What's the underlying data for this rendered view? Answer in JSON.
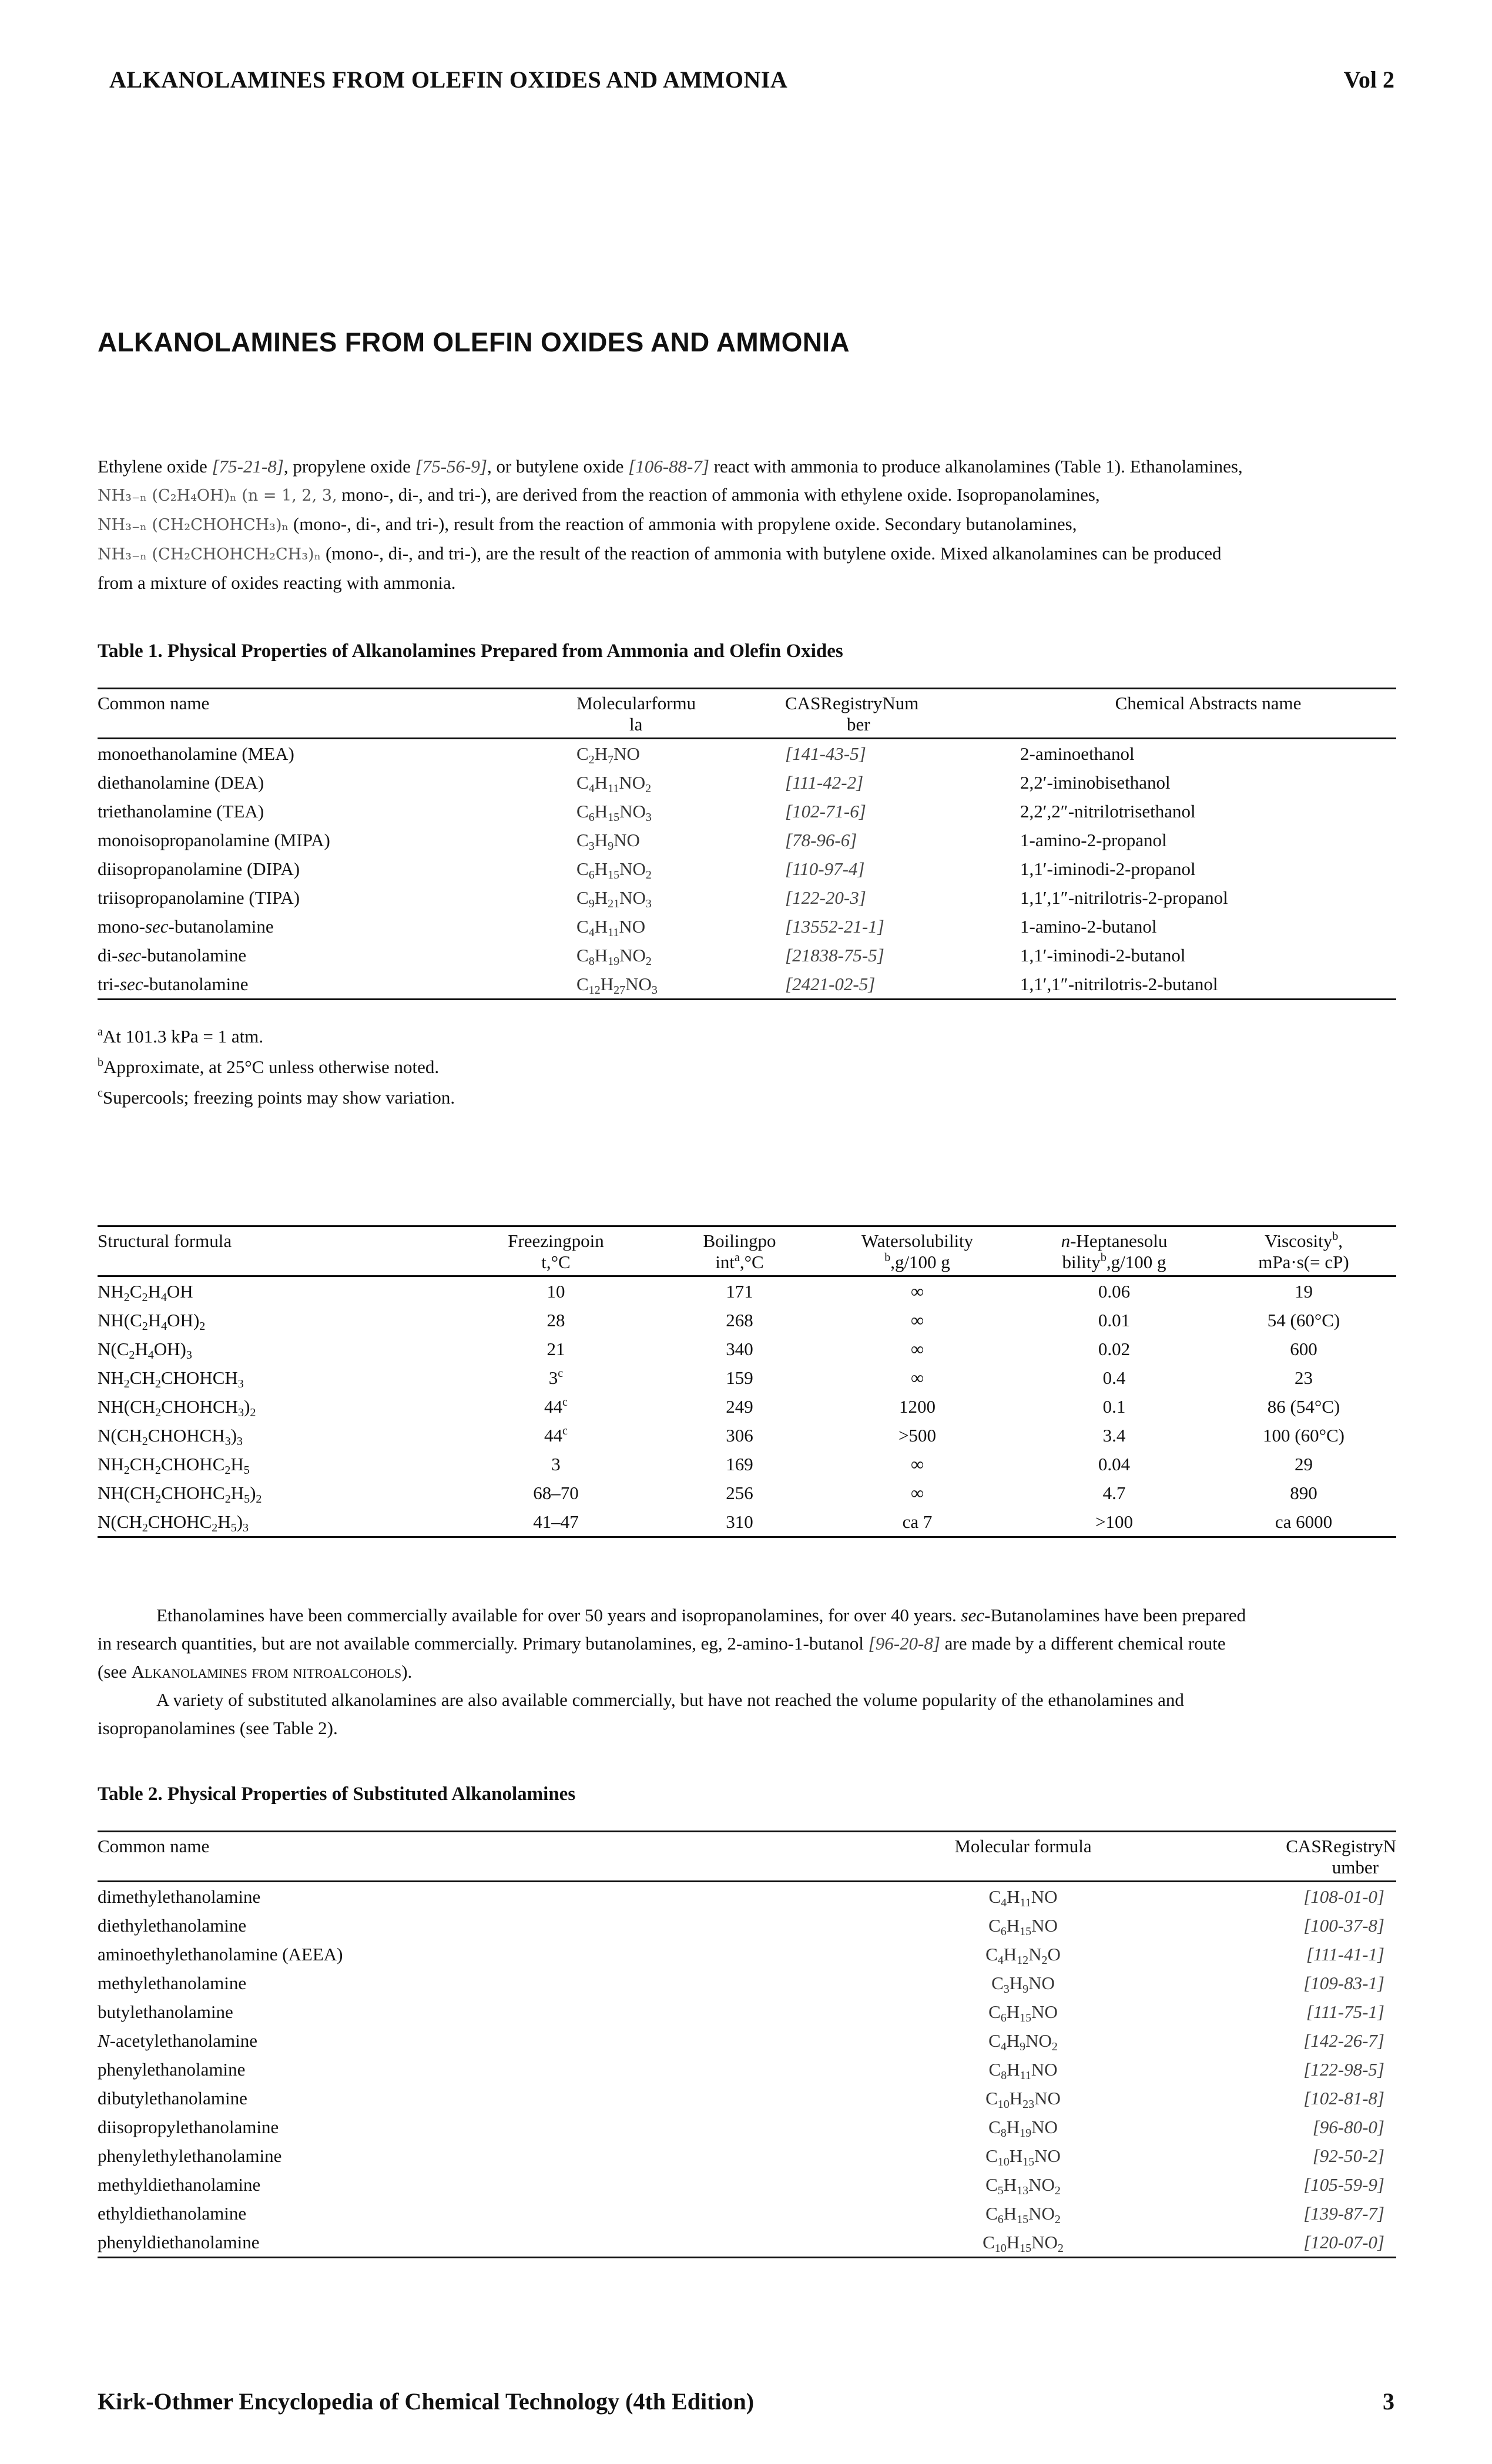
{
  "header": {
    "running_title": "ALKANOLAMINES FROM OLEFIN OXIDES AND AMMONIA",
    "volume": "Vol 2"
  },
  "article": {
    "title": "ALKANOLAMINES FROM OLEFIN OXIDES AND AMMONIA"
  },
  "intro": {
    "l1_a": "Ethylene oxide ",
    "l1_cas1": "[75-21-8]",
    "l1_b": ", propylene oxide ",
    "l1_cas2": "[75-56-9]",
    "l1_c": ", or butylene oxide ",
    "l1_cas3": "[106-88-7]",
    "l1_d": " react with ammonia to produce alkanolamines (Table 1). Ethanolamines,",
    "l2_math": "NH₃₋ₙ (C₂H₄OH)ₙ (n = 1, 2, 3,",
    "l2_text": " mono-, di-, and tri-), are derived from the reaction of ammonia with ethylene oxide. Isopropanolamines,",
    "l3_math": "NH₃₋ₙ (CH₂CHOHCH₃)ₙ",
    "l3_text": " (mono-, di-, and tri-), result from the reaction of ammonia with propylene oxide. Secondary butanolamines,",
    "l4_math": "NH₃₋ₙ (CH₂CHOHCH₂CH₃)ₙ",
    "l4_text": " (mono-, di-, and tri-), are the result of the reaction of ammonia with butylene oxide. Mixed alkanolamines can be produced",
    "l5": "from a mixture of oxides reacting with ammonia."
  },
  "table1": {
    "caption": "Table 1. Physical Properties of Alkanolamines Prepared from Ammonia and Olefin Oxides",
    "headers": {
      "name": "Common name",
      "formula_1": "Molecularformu",
      "formula_2": "la",
      "cas_1": "CASRegistryNum",
      "cas_2": "ber",
      "ca_name": "Chemical Abstracts name"
    },
    "rows": [
      {
        "name_a": "monoethanolamine (MEA)",
        "name_i": "",
        "name_b": "",
        "f": [
          "C",
          "2",
          "H",
          "7",
          "NO",
          ""
        ],
        "cas": "[141-43-5]",
        "ca": "2-aminoethanol"
      },
      {
        "name_a": "diethanolamine (DEA)",
        "name_i": "",
        "name_b": "",
        "f": [
          "C",
          "4",
          "H",
          "11",
          "NO",
          "2"
        ],
        "cas": "[111-42-2]",
        "ca": "2,2′-iminobisethanol"
      },
      {
        "name_a": "triethanolamine (TEA)",
        "name_i": "",
        "name_b": "",
        "f": [
          "C",
          "6",
          "H",
          "15",
          "NO",
          "3"
        ],
        "cas": "[102-71-6]",
        "ca": "2,2′,2″-nitrilotrisethanol"
      },
      {
        "name_a": "monoisopropanolamine (MIPA)",
        "name_i": "",
        "name_b": "",
        "f": [
          "C",
          "3",
          "H",
          "9",
          "NO",
          ""
        ],
        "cas": "[78-96-6]",
        "ca": "1-amino-2-propanol"
      },
      {
        "name_a": "diisopropanolamine (DIPA)",
        "name_i": "",
        "name_b": "",
        "f": [
          "C",
          "6",
          "H",
          "15",
          "NO",
          "2"
        ],
        "cas": "[110-97-4]",
        "ca": "1,1′-iminodi-2-propanol"
      },
      {
        "name_a": "triisopropanolamine (TIPA)",
        "name_i": "",
        "name_b": "",
        "f": [
          "C",
          "9",
          "H",
          "21",
          "NO",
          "3"
        ],
        "cas": "[122-20-3]",
        "ca": "1,1′,1″-nitrilotris-2-propanol"
      },
      {
        "name_a": "mono-",
        "name_i": "sec",
        "name_b": "-butanolamine",
        "f": [
          "C",
          "4",
          "H",
          "11",
          "NO",
          ""
        ],
        "cas": "[13552-21-1]",
        "ca": "1-amino-2-butanol"
      },
      {
        "name_a": "di-",
        "name_i": "sec",
        "name_b": "-butanolamine",
        "f": [
          "C",
          "8",
          "H",
          "19",
          "NO",
          "2"
        ],
        "cas": "[21838-75-5]",
        "ca": "1,1′-iminodi-2-butanol"
      },
      {
        "name_a": "tri-",
        "name_i": "sec",
        "name_b": "-butanolamine",
        "f": [
          "C",
          "12",
          "H",
          "27",
          "NO",
          "3"
        ],
        "cas": "[2421-02-5]",
        "ca": "1,1′,1″-nitrilotris-2-butanol"
      }
    ],
    "footnotes": [
      {
        "mark": "a",
        "text": "At 101.3 kPa = 1 atm."
      },
      {
        "mark": "b",
        "text": "Approximate, at 25°C unless otherwise noted."
      },
      {
        "mark": "c",
        "text": "Supercools; freezing points may show variation."
      }
    ]
  },
  "table1b": {
    "headers": {
      "struct": "Structural formula",
      "fp_1": "Freezingpoin",
      "fp_2": "t,°C",
      "bp_1": "Boilingpo",
      "bp_2a": "int",
      "bp_sup": "a",
      "bp_2b": ",°C",
      "ws_1": "Watersolubility",
      "ws_sup": "b",
      "ws_2": ",g/100 g",
      "hs_1i": "n",
      "hs_1": "-Heptanesolu",
      "hs_2a": "bility",
      "hs_sup": "b",
      "hs_2b": ",g/100 g",
      "v_1": "Viscosity",
      "v_sup": "b",
      "v_1b": ",",
      "v_2": "mPa·s(= cP)"
    },
    "rows": [
      {
        "s": [
          "NH",
          "2",
          "C",
          "2",
          "H",
          "4",
          "OH",
          "",
          "",
          ""
        ],
        "fp": "10",
        "fp_sup": "",
        "bp": "171",
        "ws": "∞",
        "hs": "0.06",
        "v": "19"
      },
      {
        "s": [
          "NH(C",
          "2",
          "H",
          "4",
          "OH)",
          "2",
          "",
          "",
          "",
          ""
        ],
        "fp": "28",
        "fp_sup": "",
        "bp": "268",
        "ws": "∞",
        "hs": "0.01",
        "v": "54 (60°C)"
      },
      {
        "s": [
          "N(C",
          "2",
          "H",
          "4",
          "OH)",
          "3",
          "",
          "",
          "",
          ""
        ],
        "fp": "21",
        "fp_sup": "",
        "bp": "340",
        "ws": "∞",
        "hs": "0.02",
        "v": "600"
      },
      {
        "s": [
          "NH",
          "2",
          "CH",
          "2",
          "CHOHCH",
          "3",
          "",
          "",
          "",
          ""
        ],
        "fp": "3",
        "fp_sup": "c",
        "bp": "159",
        "ws": "∞",
        "hs": "0.4",
        "v": "23"
      },
      {
        "s": [
          "NH(CH",
          "2",
          "CHOHCH",
          "3",
          ")",
          "2",
          "",
          "",
          "",
          ""
        ],
        "fp": "44",
        "fp_sup": "c",
        "bp": "249",
        "ws": "1200",
        "hs": "0.1",
        "v": "86 (54°C)"
      },
      {
        "s": [
          "N(CH",
          "2",
          "CHOHCH",
          "3",
          ")",
          "3",
          "",
          "",
          "",
          ""
        ],
        "fp": "44",
        "fp_sup": "c",
        "bp": "306",
        "ws": ">500",
        "hs": "3.4",
        "v": "100 (60°C)"
      },
      {
        "s": [
          "NH",
          "2",
          "CH",
          "2",
          "CHOHC",
          "2",
          "H",
          "5",
          "",
          ""
        ],
        "fp": "3",
        "fp_sup": "",
        "bp": "169",
        "ws": "∞",
        "hs": "0.04",
        "v": "29"
      },
      {
        "s": [
          "NH(CH",
          "2",
          "CHOHC",
          "2",
          "H",
          "5",
          ")",
          "2",
          "",
          ""
        ],
        "fp": "68–70",
        "fp_sup": "",
        "bp": "256",
        "ws": "∞",
        "hs": "4.7",
        "v": "890"
      },
      {
        "s": [
          "N(CH",
          "2",
          "CHOHC",
          "2",
          "H",
          "5",
          ")",
          "3",
          "",
          ""
        ],
        "fp": "41–47",
        "fp_sup": "",
        "bp": "310",
        "ws": "ca 7",
        "hs": ">100",
        "v": "ca 6000"
      }
    ]
  },
  "body2": {
    "p1_l1": "Ethanolamines have been commercially available for over 50 years and isopropanolamines, for over 40 years. ",
    "p1_l1_i": "sec",
    "p1_l1_b": "-Butanolamines have been prepared",
    "p1_l2_a": "in research quantities, but are not available commercially. Primary butanolamines, eg, 2-amino-1-butanol ",
    "p1_l2_cas": "[96-20-8]",
    "p1_l2_b": " are made by a different chemical route",
    "p1_l3_a": "(see ",
    "p1_l3_sc": "Alkanolamines from nitroalcohols",
    "p1_l3_b": ").",
    "p2_l1": "A variety of substituted alkanolamines are also available commercially, but have not reached the volume popularity of the ethanolamines and",
    "p2_l2": "isopropanolamines (see Table 2)."
  },
  "table2": {
    "caption": "Table 2. Physical Properties of Substituted Alkanolamines",
    "headers": {
      "name": "Common name",
      "formula": "Molecular formula",
      "cas_1": "CASRegistryN",
      "cas_2": "umber"
    },
    "rows": [
      {
        "name_i": "",
        "name": "dimethylethanolamine",
        "f": [
          "C",
          "4",
          "H",
          "11",
          "NO",
          "",
          "",
          ""
        ],
        "cas": "[108-01-0]"
      },
      {
        "name_i": "",
        "name": "diethylethanolamine",
        "f": [
          "C",
          "6",
          "H",
          "15",
          "NO",
          "",
          "",
          ""
        ],
        "cas": "[100-37-8]"
      },
      {
        "name_i": "",
        "name": "aminoethylethanolamine (AEEA)",
        "f": [
          "C",
          "4",
          "H",
          "12",
          "N",
          "2",
          "O",
          ""
        ],
        "cas": "[111-41-1]"
      },
      {
        "name_i": "",
        "name": "methylethanolamine",
        "f": [
          "C",
          "3",
          "H",
          "9",
          "NO",
          "",
          "",
          ""
        ],
        "cas": "[109-83-1]"
      },
      {
        "name_i": "",
        "name": "butylethanolamine",
        "f": [
          "C",
          "6",
          "H",
          "15",
          "NO",
          "",
          "",
          ""
        ],
        "cas": "[111-75-1]"
      },
      {
        "name_i": "N",
        "name": "-acetylethanolamine",
        "f": [
          "C",
          "4",
          "H",
          "9",
          "NO",
          "2",
          "",
          ""
        ],
        "cas": "[142-26-7]"
      },
      {
        "name_i": "",
        "name": "phenylethanolamine",
        "f": [
          "C",
          "8",
          "H",
          "11",
          "NO",
          "",
          "",
          ""
        ],
        "cas": "[122-98-5]"
      },
      {
        "name_i": "",
        "name": "dibutylethanolamine",
        "f": [
          "C",
          "10",
          "H",
          "23",
          "NO",
          "",
          "",
          ""
        ],
        "cas": "[102-81-8]"
      },
      {
        "name_i": "",
        "name": "diisopropylethanolamine",
        "f": [
          "C",
          "8",
          "H",
          "19",
          "NO",
          "",
          "",
          ""
        ],
        "cas": "[96-80-0]"
      },
      {
        "name_i": "",
        "name": "phenylethylethanolamine",
        "f": [
          "C",
          "10",
          "H",
          "15",
          "NO",
          "",
          "",
          ""
        ],
        "cas": "[92-50-2]"
      },
      {
        "name_i": "",
        "name": "methyldiethanolamine",
        "f": [
          "C",
          "5",
          "H",
          "13",
          "NO",
          "2",
          "",
          ""
        ],
        "cas": "[105-59-9]"
      },
      {
        "name_i": "",
        "name": "ethyldiethanolamine",
        "f": [
          "C",
          "6",
          "H",
          "15",
          "NO",
          "2",
          "",
          ""
        ],
        "cas": "[139-87-7]"
      },
      {
        "name_i": "",
        "name": "phenyldiethanolamine",
        "f": [
          "C",
          "10",
          "H",
          "15",
          "NO",
          "2",
          "",
          ""
        ],
        "cas": "[120-07-0]"
      }
    ]
  },
  "footer": {
    "source": "Kirk-Othmer Encyclopedia of Chemical Technology (4th Edition)",
    "page": "3"
  }
}
